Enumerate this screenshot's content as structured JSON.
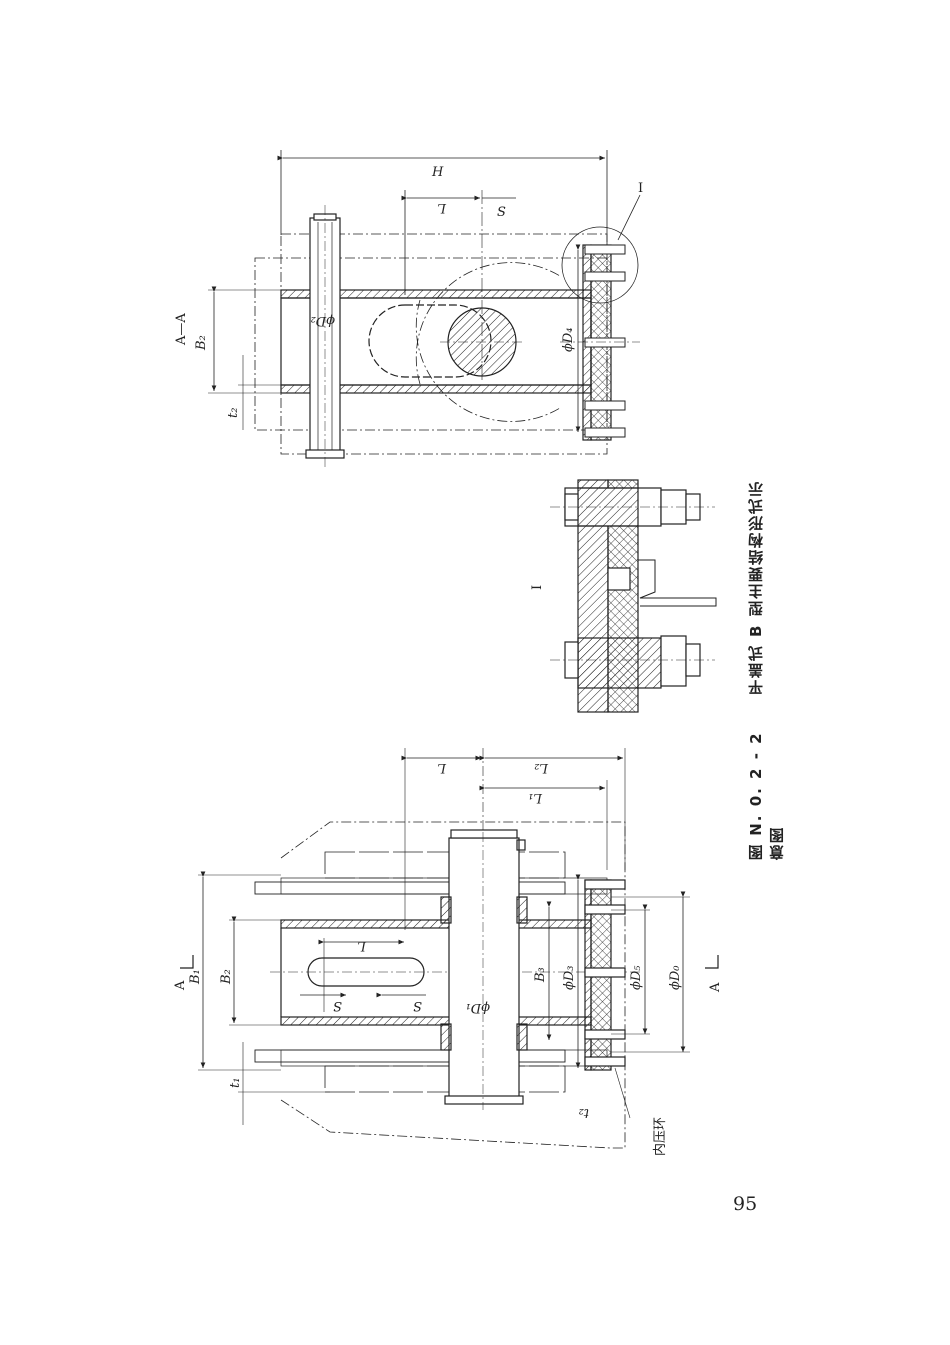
{
  "figure": {
    "caption_number": "图 N. 0. 2 - 2",
    "caption_title": "平盖式 B 型主要结构形式示意图"
  },
  "page_number": "95",
  "top_view": {
    "section_title": "A—A",
    "labels": {
      "H": "H",
      "L": "L",
      "S": "S",
      "I": "I",
      "B2": "B₂",
      "t2": "t₂",
      "phiD2": "ϕD₂",
      "phiD4": "ϕD₄"
    }
  },
  "detail_view": {
    "label": "I"
  },
  "bottom_view": {
    "labels": {
      "A_left": "A",
      "A_right": "A",
      "B1": "B₁",
      "B2": "B₂",
      "B3": "B₃",
      "t1": "t₁",
      "t2": "t₂",
      "S1": "S",
      "S2": "S",
      "L_slot": "L",
      "L": "L",
      "L1": "L₁",
      "L2": "L₂",
      "phiD0": "ϕD₀",
      "phiD1": "ϕD₁",
      "phiD3": "ϕD₃",
      "phiD5": "ϕD₅",
      "inner_ring": "内压环"
    }
  },
  "colors": {
    "line": "#222222",
    "paper": "#ffffff"
  }
}
